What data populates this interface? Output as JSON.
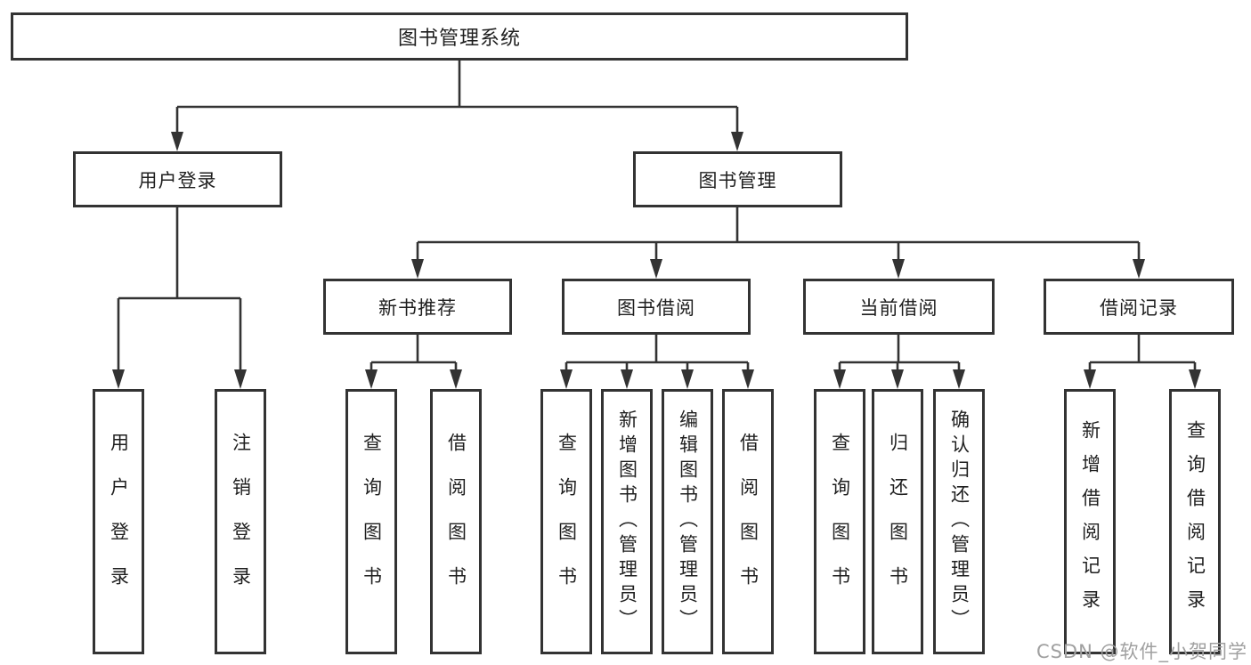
{
  "diagram": {
    "title": "图书管理系统",
    "nodes": {
      "root": "图书管理系统",
      "level2": [
        "用户登录",
        "图书管理"
      ],
      "level3": [
        "新书推荐",
        "图书借阅",
        "当前借阅",
        "借阅记录"
      ],
      "leaves_user_login": [
        "用户登录",
        "注销登录"
      ],
      "leaves_new_book": [
        "查询图书",
        "借阅图书"
      ],
      "leaves_book_borrow": [
        "查询图书",
        "新增图书（管理员）",
        "编辑图书（管理员）",
        "借阅图书"
      ],
      "leaves_current_borrow": [
        "查询图书",
        "归还图书",
        "确认归还（管理员）"
      ],
      "leaves_borrow_records": [
        "新增借阅记录",
        "查询借阅记录"
      ]
    },
    "watermark": "CSDN @软件_小贺同学",
    "colors": {
      "line": "#333333",
      "text": "#1f1f1f",
      "watermark": "#a0a0a0",
      "background": "#ffffff"
    }
  }
}
